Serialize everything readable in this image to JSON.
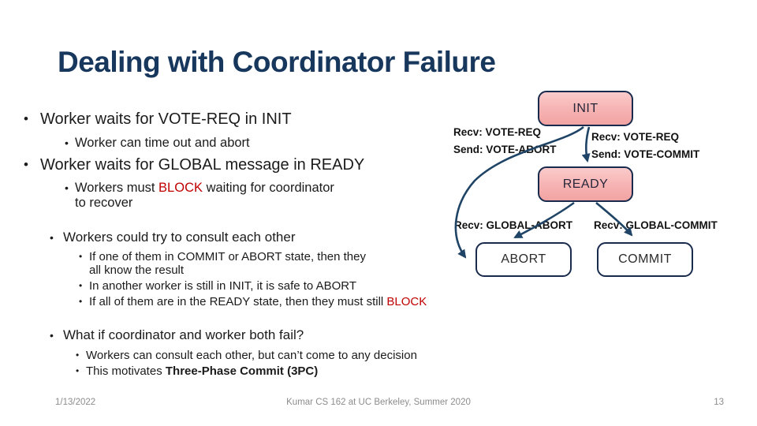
{
  "slide": {
    "title": "Dealing with Coordinator Failure",
    "footer": {
      "date": "1/13/2022",
      "credit": "Kumar CS 162 at UC Berkeley, Summer 2020",
      "page": "13"
    }
  },
  "colors": {
    "title_navy": "#17375D",
    "state_box_pink": "#F6B2B2",
    "state_box_border": "#182B4D",
    "arrow_navy": "#1F4466",
    "alert_red": "#C00000",
    "footer_gray": "#8c8c8c"
  },
  "bullets": {
    "b1": "Worker waits for VOTE-REQ in INIT",
    "b1_sub": "Worker can time out and abort",
    "b2": "Worker waits for GLOBAL message in READY",
    "b2_sub_pre": "Workers must ",
    "b2_sub_red": "BLOCK",
    "b2_sub_post": " waiting for coordinator",
    "b2_sub_line2": "to recover",
    "b3": "Workers could try to consult each other",
    "b3_s1_line1": "If one of them in COMMIT or ABORT state, then they",
    "b3_s1_line2": "all know the result",
    "b3_s2": "In another worker is still in INIT, it is safe to ABORT",
    "b3_s3_pre": "If all of them are in the READY state, then they must still ",
    "b3_s3_red": "BLOCK",
    "b4": "What if coordinator and worker both fail?",
    "b4_s1": "Workers can consult each other, but can’t come to any decision",
    "b4_s2_pre": "This motivates ",
    "b4_s2_bold": "Three-Phase Commit (3PC)",
    "dot": "•"
  },
  "diagram": {
    "states": {
      "init": "INIT",
      "ready": "READY",
      "abort": "ABORT",
      "commit": "COMMIT"
    },
    "labels": {
      "init_abort_l1": "Recv: VOTE-REQ",
      "init_abort_l2": "Send: VOTE-ABORT",
      "init_ready_l1": "Recv: VOTE-REQ",
      "init_ready_l2": "Send: VOTE-COMMIT",
      "ready_abort": "Recv: GLOBAL-ABORT",
      "ready_commit": "Recv: GLOBAL-COMMIT"
    }
  }
}
